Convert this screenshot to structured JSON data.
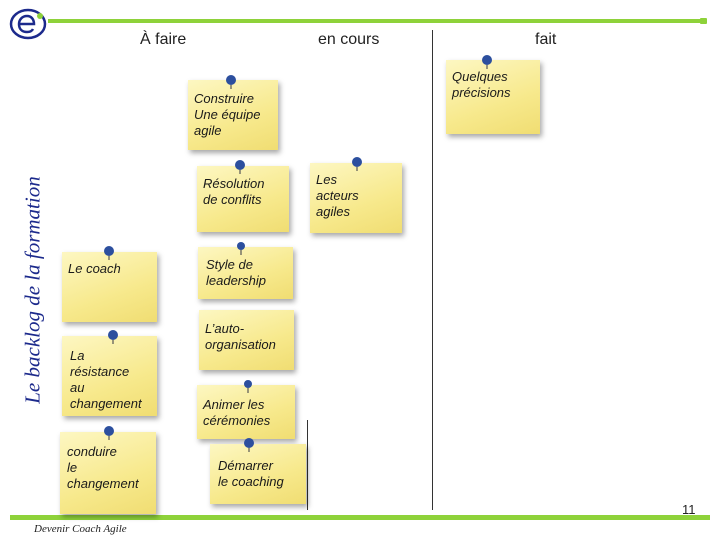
{
  "slide": {
    "side_title": "Le backlog de la formation",
    "footer": "Devenir Coach Agile",
    "page_number": "11"
  },
  "columns": {
    "todo": "À faire",
    "doing": "en cours",
    "done": "fait"
  },
  "notes": {
    "coach": "Le coach",
    "resistance": "La\nrésistance\nau\nchangement",
    "conduire": "conduire\nle\nchangement",
    "equipe": "Construire\nUne équipe\nagile",
    "conflits": "Résolution\nde conflits",
    "leadership": "Style de\nleadership",
    "autoorg": "L’auto-\norganisation",
    "ceremonies": "Animer les\ncérémonies",
    "coaching": "Démarrer\nle coaching",
    "acteurs": "Les\nacteurs\nagiles",
    "precisions": "Quelques\nprécisions"
  },
  "colors": {
    "accent_green": "#8ed23a",
    "title_blue": "#1c2a8c",
    "note_yellow": "#f7e98c",
    "pin_blue": "#2c4f9e"
  },
  "icons": {
    "logo": "e-logo-icon",
    "pin": "pushpin-icon"
  }
}
